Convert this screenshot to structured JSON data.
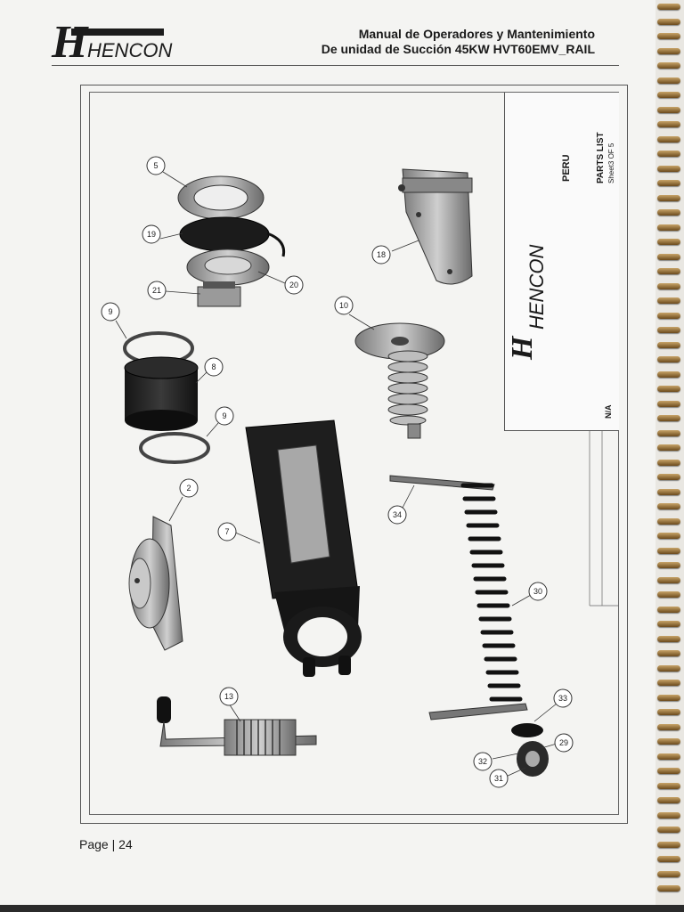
{
  "header": {
    "logo": "HENCON",
    "title_line1": "Manual de Operadores y Mantenimiento",
    "title_line2": "De unidad de Succión 45KW HVT60EMV_RAIL"
  },
  "title_block": {
    "country": "PERU",
    "sheet_title": "PARTS LIST",
    "sheet_number": "Sheet3 OF 5",
    "logo": "HENCON",
    "scale": "N/A"
  },
  "callouts": [
    {
      "id": "c5",
      "label": "5"
    },
    {
      "id": "c19",
      "label": "19"
    },
    {
      "id": "c20",
      "label": "20"
    },
    {
      "id": "c21",
      "label": "21"
    },
    {
      "id": "c18",
      "label": "18"
    },
    {
      "id": "c10",
      "label": "10"
    },
    {
      "id": "c9a",
      "label": "9"
    },
    {
      "id": "c8",
      "label": "8"
    },
    {
      "id": "c9b",
      "label": "9"
    },
    {
      "id": "c2",
      "label": "2"
    },
    {
      "id": "c7",
      "label": "7"
    },
    {
      "id": "c34",
      "label": "34"
    },
    {
      "id": "c30",
      "label": "30"
    },
    {
      "id": "c13",
      "label": "13"
    },
    {
      "id": "c33",
      "label": "33"
    },
    {
      "id": "c29",
      "label": "29"
    },
    {
      "id": "c32",
      "label": "32"
    },
    {
      "id": "c31",
      "label": "31"
    }
  ],
  "footer": {
    "page_label": "Page | 24"
  }
}
